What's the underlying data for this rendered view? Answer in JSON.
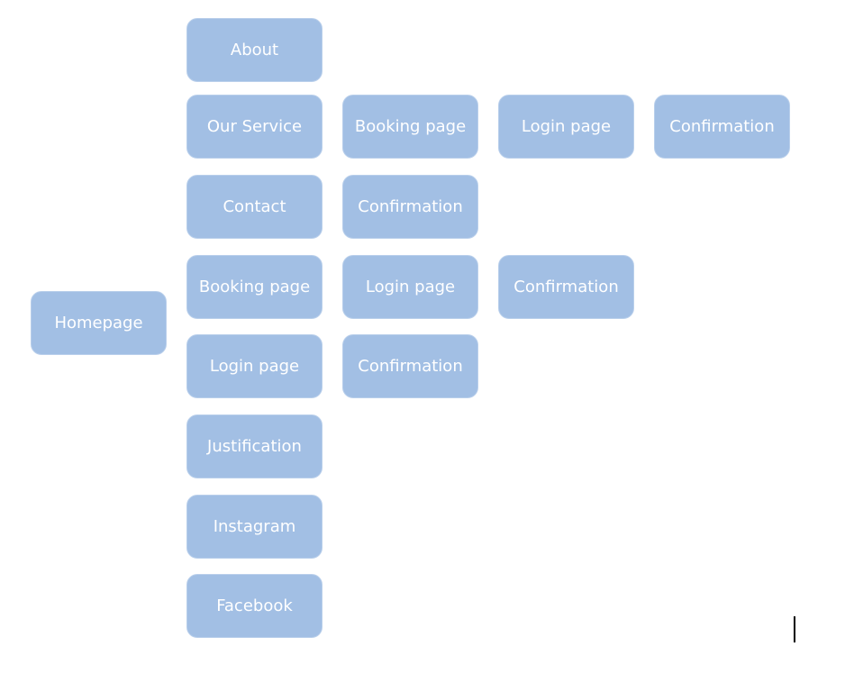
{
  "sitemap": {
    "root": {
      "label": "Homepage"
    },
    "level1": {
      "about": "About",
      "our_service": "Our Service",
      "contact": "Contact",
      "booking_page": "Booking page",
      "login_page": "Login page",
      "justification": "Justification",
      "instagram": "Instagram",
      "facebook": "Facebook"
    },
    "our_service_flow": {
      "booking_page": "Booking page",
      "login_page": "Login page",
      "confirmation": "Confirmation"
    },
    "contact_flow": {
      "confirmation": "Confirmation"
    },
    "booking_flow": {
      "login_page": "Login page",
      "confirmation": "Confirmation"
    },
    "login_flow": {
      "confirmation": "Confirmation"
    }
  },
  "colors": {
    "node_fill": "#a2bfe4",
    "node_text": "#ffffff",
    "background": "#ffffff"
  }
}
